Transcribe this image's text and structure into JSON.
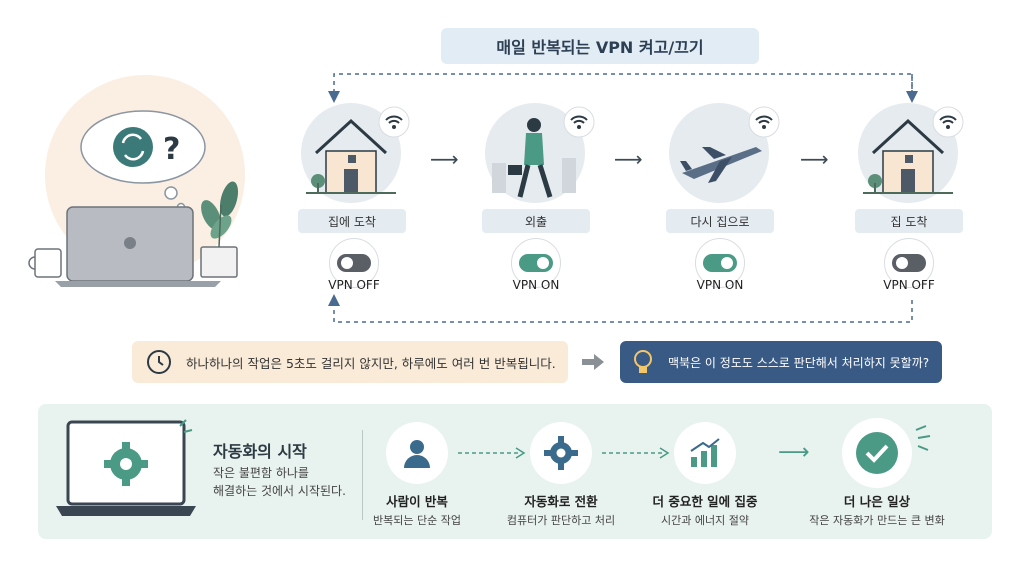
{
  "title": "매일 반복되는 VPN 켜고/끄기",
  "stages": [
    {
      "label": "집에 도착",
      "vpn": "VPN OFF",
      "state": "off"
    },
    {
      "label": "외출",
      "vpn": "VPN ON",
      "state": "on"
    },
    {
      "label": "다시 집으로",
      "vpn": "VPN ON",
      "state": "on"
    },
    {
      "label": "집 도착",
      "vpn": "VPN OFF",
      "state": "off"
    }
  ],
  "fact": "하나하나의 작업은 5초도 걸리지 않지만, 하루에도 여러 번 반복됩니다.",
  "question": "맥북은 이 정도도 스스로 판단해서 처리하지 못할까?",
  "automation": {
    "title": "자동화의 시작",
    "subtitle_line1": "작은 불편함 하나를",
    "subtitle_line2": "해결하는 것에서 시작된다.",
    "steps": [
      {
        "title": "사람이 반복",
        "desc": "반복되는 단순 작업"
      },
      {
        "title": "자동화로 전환",
        "desc": "컴퓨터가 판단하고 처리"
      },
      {
        "title": "더 중요한 일에 집중",
        "desc": "시간과 에너지 절약"
      },
      {
        "title": "더 나은 일상",
        "desc": "작은 자동화가 만드는 큰 변화"
      }
    ]
  },
  "colors": {
    "accent_teal": "#4a9a86",
    "navy": "#3a5a86",
    "peach": "#faebd9",
    "panel_green": "#e8f2ee"
  }
}
